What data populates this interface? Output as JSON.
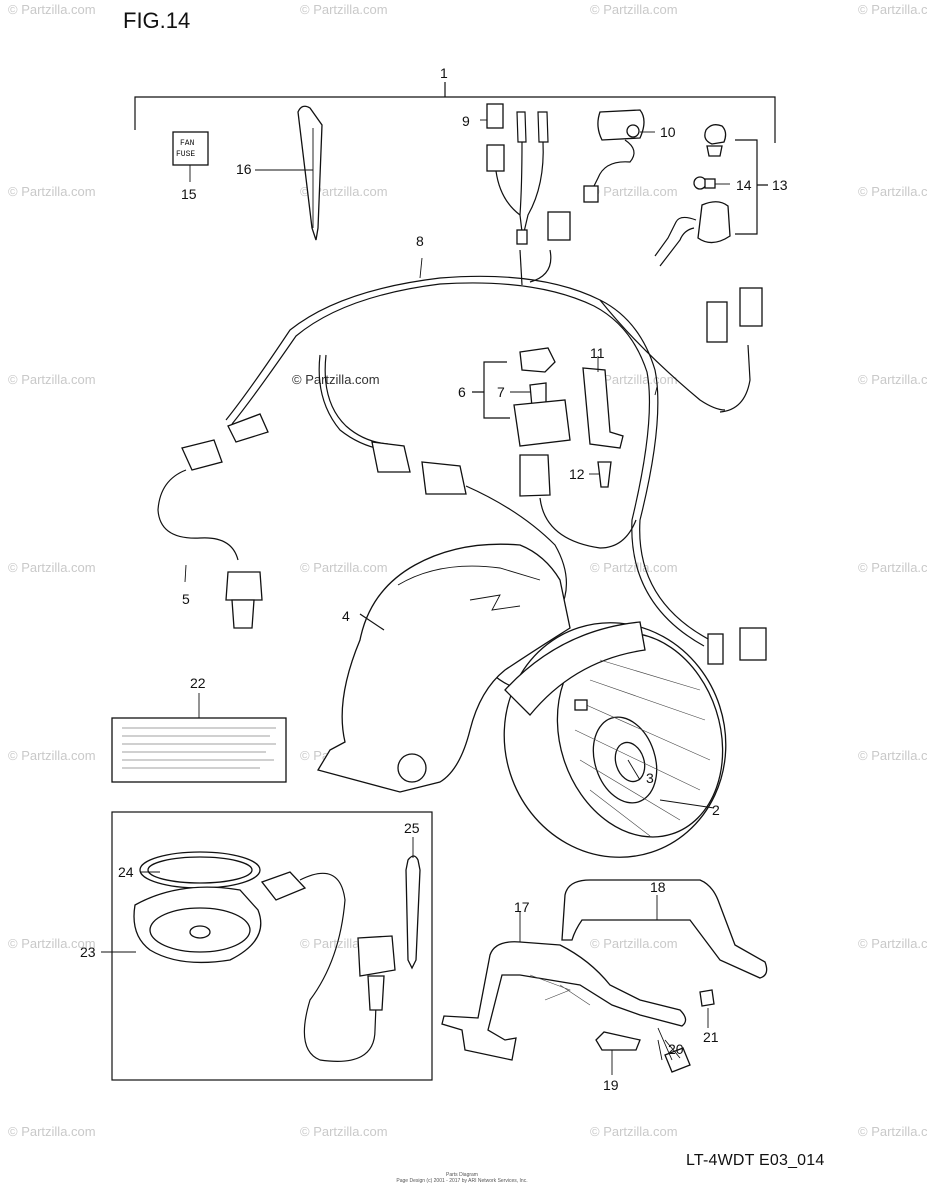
{
  "figure": {
    "title": "FIG.14",
    "code": "LT-4WDT E03_014",
    "copyright": [
      "Parts Diagram",
      "Page Design (c) 2001 - 2017 by ARI Network Services, Inc."
    ],
    "watermark": "© Partzilla.com",
    "fuse_label": [
      "FAN",
      "FUSE"
    ]
  },
  "callouts": [
    "1",
    "2",
    "3",
    "4",
    "5",
    "6",
    "7",
    "8",
    "9",
    "10",
    "11",
    "12",
    "13",
    "14",
    "15",
    "16",
    "17",
    "18",
    "19",
    "20",
    "21",
    "22",
    "23",
    "24",
    "25"
  ],
  "colors": {
    "line": "#111111",
    "watermark": "#c9c9c9",
    "background": "#ffffff"
  }
}
